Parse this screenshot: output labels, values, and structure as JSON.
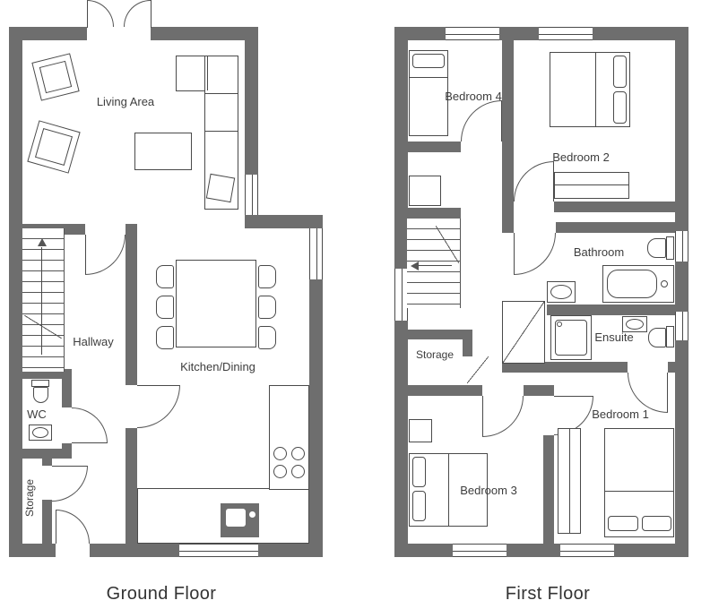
{
  "colors": {
    "wall": "#6e6e6e",
    "line": "#4a4a4a",
    "text": "#3d3d3d"
  },
  "ground_floor": {
    "title": "Ground Floor",
    "rooms": {
      "living_area": "Living Area",
      "hallway": "Hallway",
      "wc": "WC",
      "storage": "Storage",
      "kitchen_dining": "Kitchen/Dining"
    }
  },
  "first_floor": {
    "title": "First Floor",
    "rooms": {
      "bedroom4": "Bedroom 4",
      "bedroom2": "Bedroom 2",
      "bathroom": "Bathroom",
      "ensuite": "Ensuite",
      "storage": "Storage",
      "bedroom3": "Bedroom 3",
      "bedroom1": "Bedroom 1"
    }
  }
}
